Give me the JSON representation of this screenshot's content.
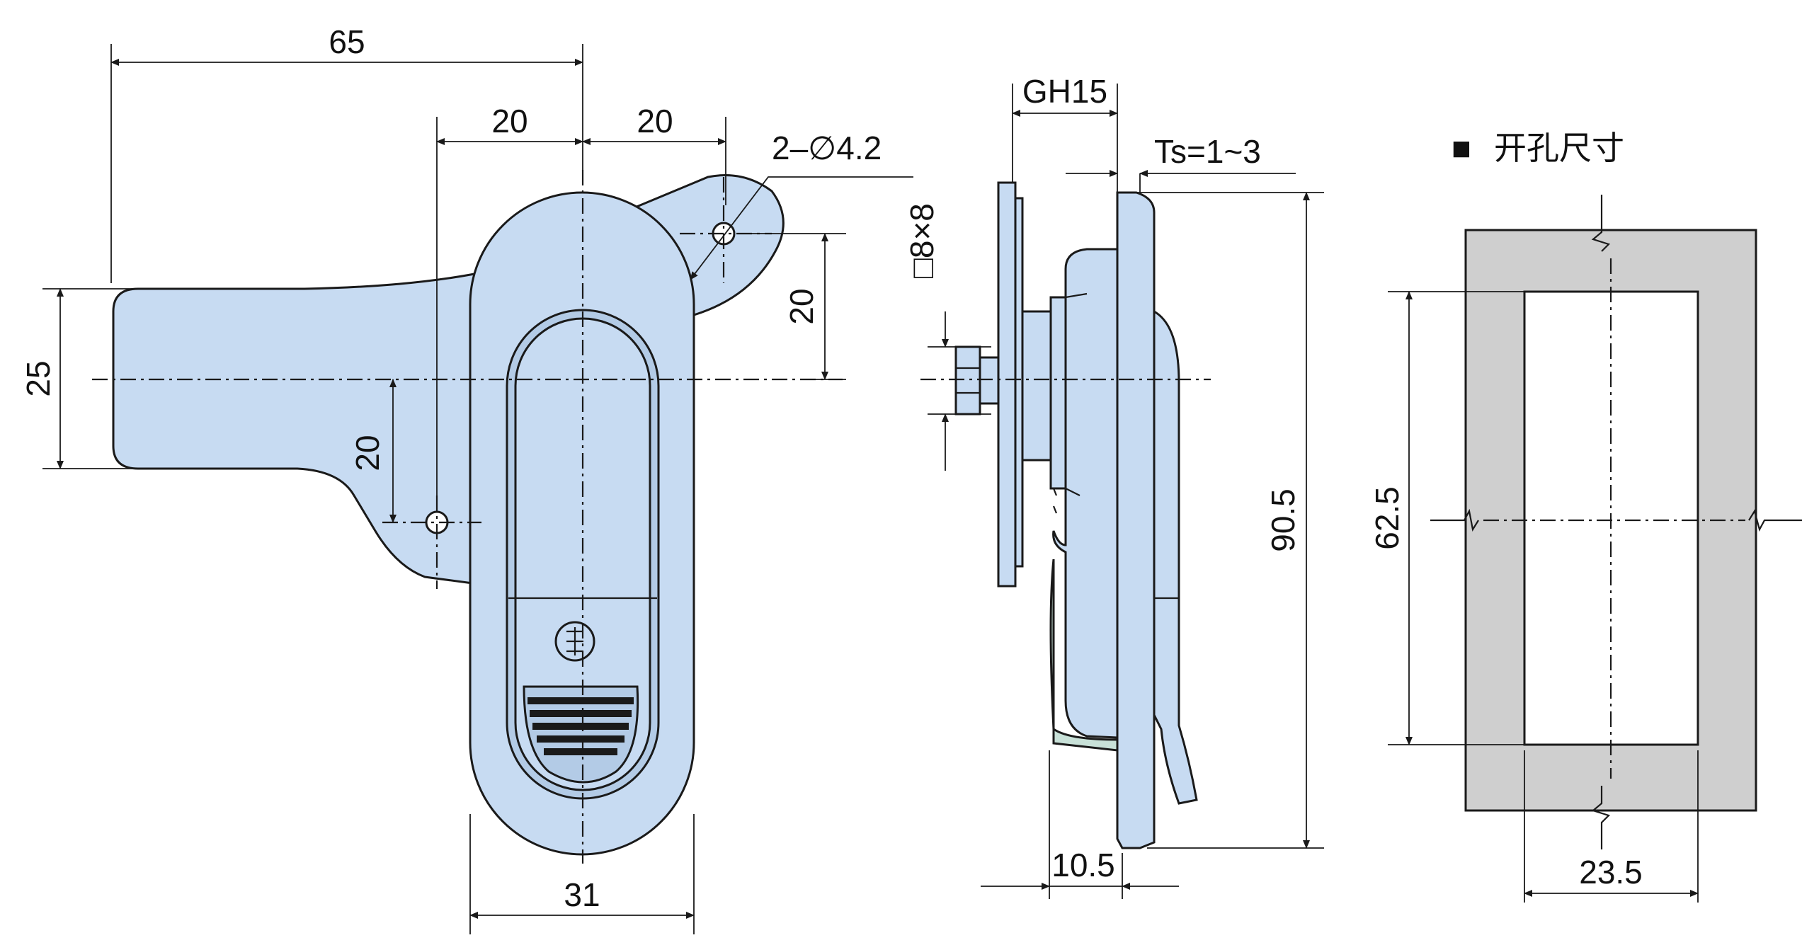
{
  "front_view": {
    "dim_overall_width": "65",
    "dim_left_offset": "20",
    "dim_right_offset": "20",
    "dim_hole_callout": "2–∅4.2",
    "dim_height_left": "25",
    "dim_hole_vertical_left": "20",
    "dim_hole_vertical_right": "20",
    "dim_body_width": "31"
  },
  "side_view": {
    "dim_gh": "GH15",
    "dim_ts": "Ts=1~3",
    "dim_square": "□8×8",
    "dim_height": "90.5",
    "dim_depth": "10.5"
  },
  "cutout_view": {
    "title_marker": "■",
    "title": "开孔尺寸",
    "dim_height": "62.5",
    "dim_width": "23.5"
  },
  "colors": {
    "part_fill": "#c7dbf2",
    "cutout_fill": "#cfcfcf",
    "line": "#1a1a1a"
  }
}
